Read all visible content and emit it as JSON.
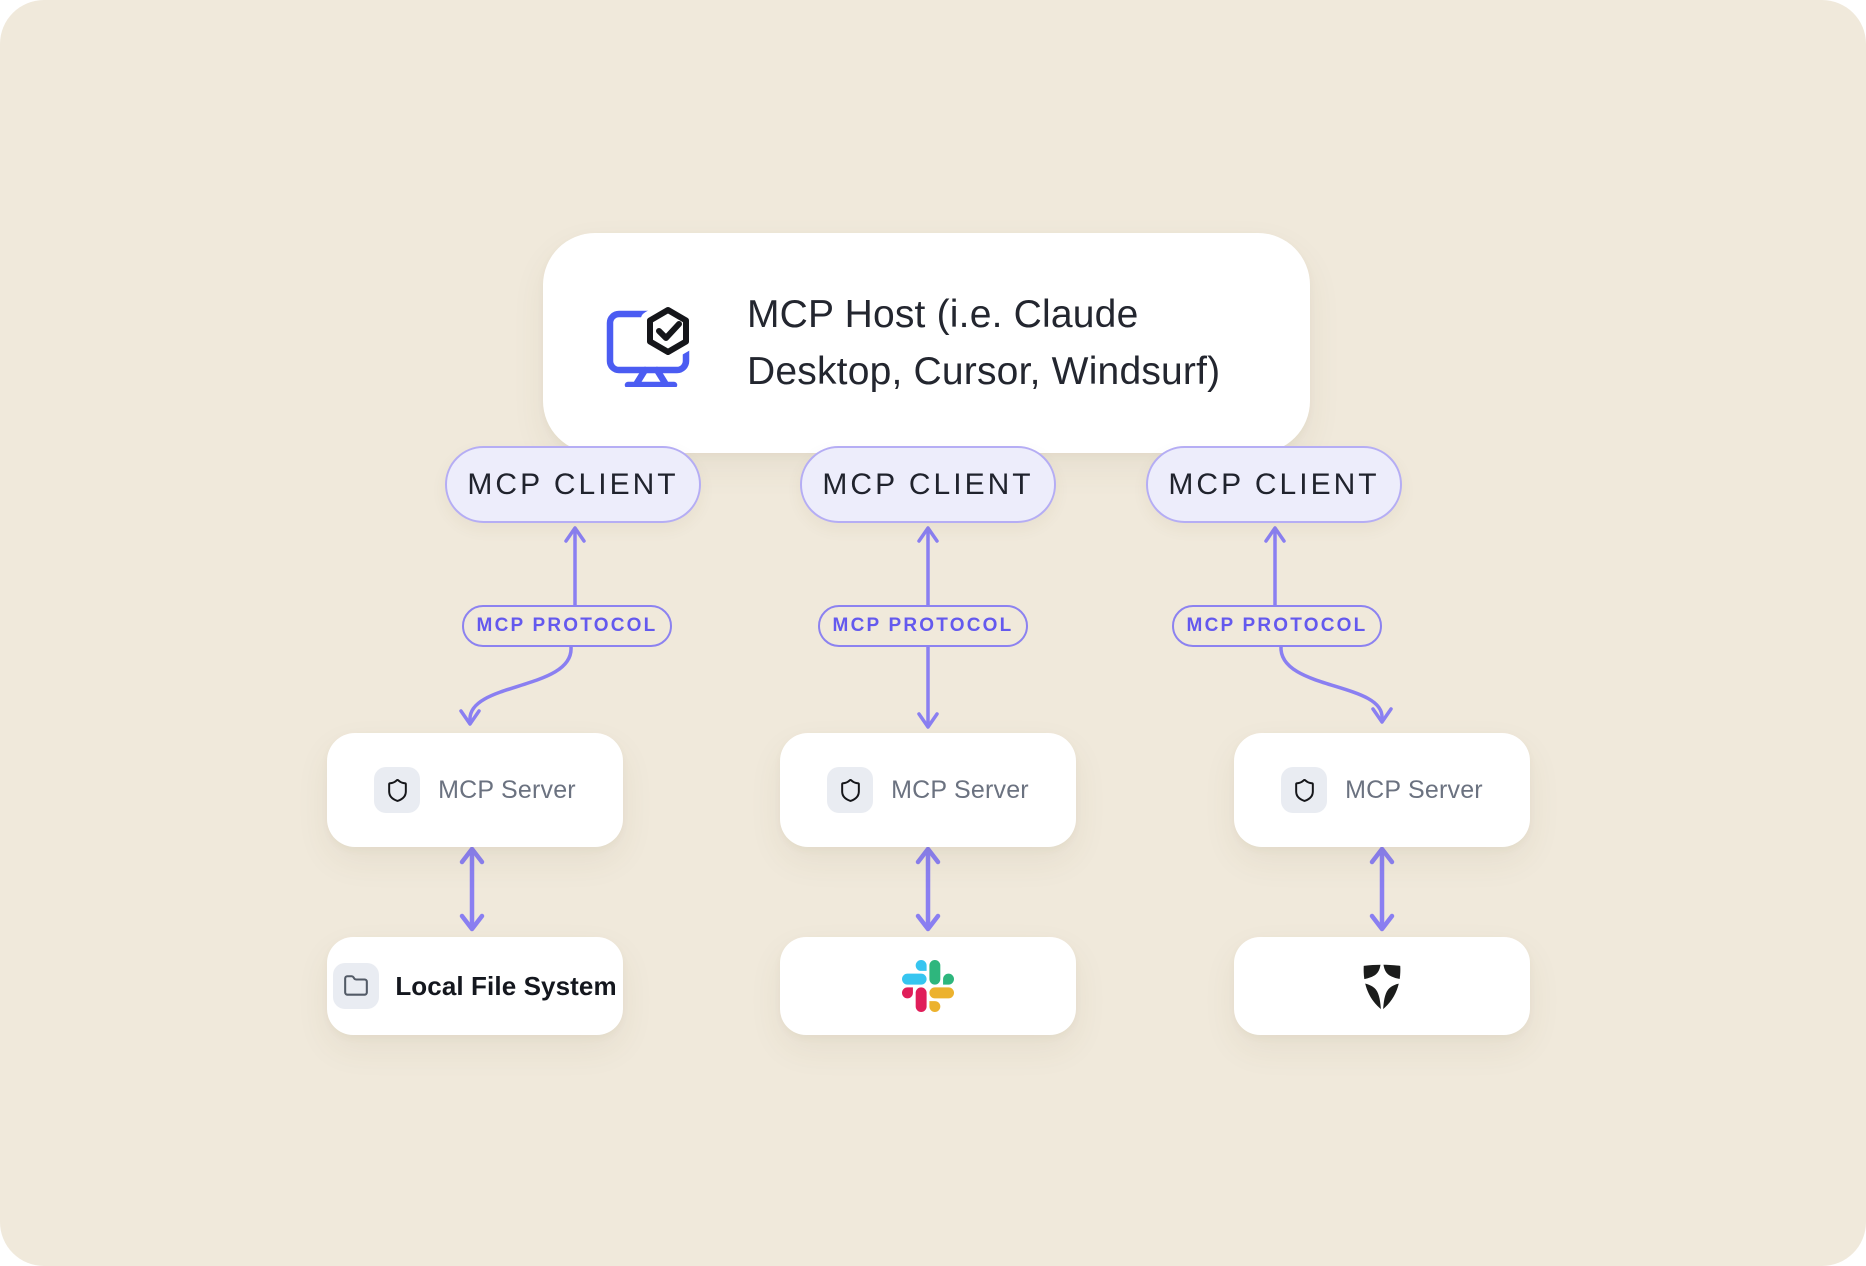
{
  "diagram": {
    "host": {
      "label": "MCP Host (i.e. Claude Desktop, Cursor, Windsurf)",
      "icon": "monitor-shield-check-icon"
    },
    "columns": [
      {
        "client_label": "MCP CLIENT",
        "protocol_label": "MCP PROTOCOL",
        "server_label": "MCP Server",
        "server_icon": "shield-icon",
        "endpoint_label": "Local File System",
        "endpoint_icon": "folder-icon"
      },
      {
        "client_label": "MCP CLIENT",
        "protocol_label": "MCP PROTOCOL",
        "server_label": "MCP Server",
        "server_icon": "shield-icon",
        "endpoint_icon": "slack-logo"
      },
      {
        "client_label": "MCP CLIENT",
        "protocol_label": "MCP PROTOCOL",
        "server_label": "MCP Server",
        "server_icon": "shield-icon",
        "endpoint_icon": "shield-emblem-logo"
      }
    ]
  },
  "colors": {
    "background": "#f0e9db",
    "card": "#ffffff",
    "accent_purple": "#8a7ff1",
    "client_pill_bg": "#ededfb",
    "client_pill_border": "#b5adf4",
    "protocol_text": "#6459ee",
    "host_text": "#23262f",
    "server_text": "#6b7280",
    "endpoint_text": "#14171e",
    "icon_chip_bg": "#e9ecf2",
    "host_icon_blue": "#4b5cf2",
    "slack_blue": "#36C5F0",
    "slack_green": "#2EB67D",
    "slack_red": "#E01E5A",
    "slack_yellow": "#ECB22E",
    "emblem_black": "#1b1c1b"
  }
}
